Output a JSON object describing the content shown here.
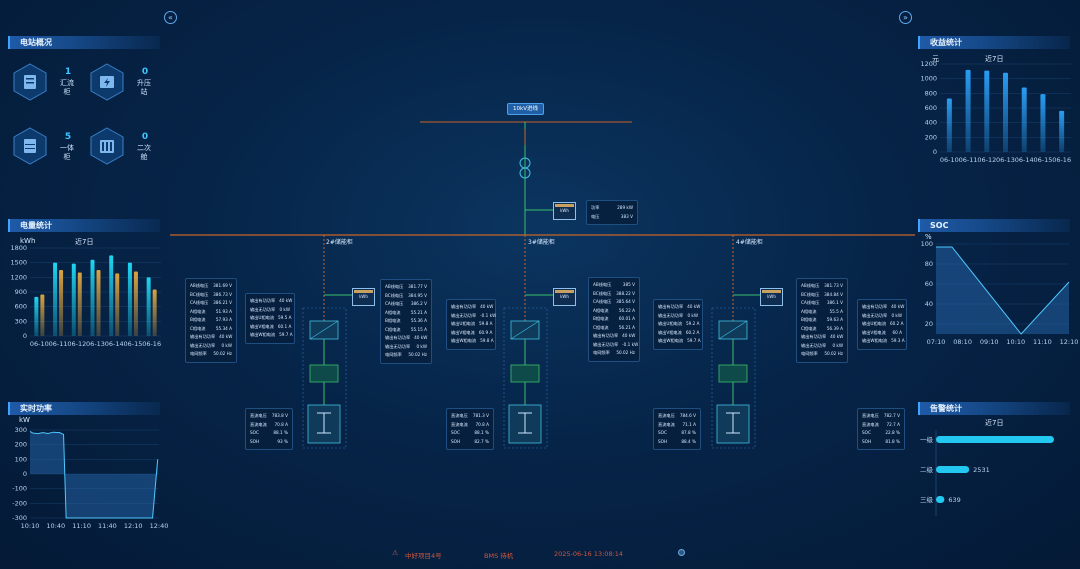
{
  "left": {
    "overview": {
      "title": "电站概况",
      "items": [
        {
          "value": "1",
          "label": "汇流柜"
        },
        {
          "value": "0",
          "label": "升压站"
        },
        {
          "value": "5",
          "label": "一体柜"
        },
        {
          "value": "0",
          "label": "二次舱"
        }
      ]
    },
    "energy": {
      "title": "电量统计",
      "subtitle": "近7日",
      "unit": "kWh",
      "chart_data": {
        "type": "bar",
        "categories": [
          "06-10",
          "06-11",
          "06-12",
          "06-13",
          "06-14",
          "06-15",
          "06-16"
        ],
        "series": [
          {
            "values": [
              800,
              1500,
              1480,
              1560,
              1650,
              1500,
              1200
            ],
            "color": "#1fd6f2"
          },
          {
            "values": [
              850,
              1350,
              1300,
              1350,
              1280,
              1320,
              950
            ],
            "color": "#d9a441"
          }
        ],
        "yticks": [
          0,
          300,
          600,
          900,
          1200,
          1500,
          1800
        ],
        "ylim": [
          0,
          1800
        ]
      }
    },
    "power": {
      "title": "实时功率",
      "unit": "kW",
      "chart_data": {
        "type": "area",
        "x": [
          "10:10",
          "10:40",
          "11:10",
          "11:40",
          "12:10",
          "12:40"
        ],
        "yticks": [
          -300,
          -200,
          -100,
          0,
          100,
          200,
          300
        ],
        "ylim": [
          -300,
          300
        ],
        "points": [
          [
            0,
            290
          ],
          [
            0.02,
            280
          ],
          [
            0.06,
            275
          ],
          [
            0.1,
            282
          ],
          [
            0.14,
            276
          ],
          [
            0.18,
            285
          ],
          [
            0.23,
            282
          ],
          [
            0.26,
            270
          ],
          [
            0.28,
            -300
          ],
          [
            0.95,
            -300
          ],
          [
            0.99,
            100
          ]
        ]
      }
    }
  },
  "right": {
    "revenue": {
      "title": "收益统计",
      "subtitle": "近7日",
      "unit": "元",
      "chart_data": {
        "type": "bar",
        "categories": [
          "06-10",
          "06-11",
          "06-12",
          "06-13",
          "06-14",
          "06-15",
          "06-16"
        ],
        "values": [
          730,
          1120,
          1110,
          1080,
          880,
          790,
          560
        ],
        "yticks": [
          0,
          200,
          400,
          600,
          800,
          1000,
          1200
        ],
        "ylim": [
          0,
          1200
        ]
      }
    },
    "soc": {
      "title": "SOC",
      "unit": "%",
      "chart_data": {
        "type": "area",
        "x": [
          "07:10",
          "08:10",
          "09:10",
          "10:10",
          "11:10",
          "12:10"
        ],
        "yticks": [
          20,
          40,
          60,
          80,
          100
        ],
        "ylim": [
          10,
          100
        ],
        "points": [
          [
            0,
            97
          ],
          [
            0.12,
            97
          ],
          [
            0.64,
            10
          ],
          [
            1.0,
            62
          ]
        ]
      }
    },
    "alarm": {
      "title": "告警统计",
      "subtitle": "近7日",
      "chart_data": {
        "type": "bar",
        "categories": [
          "一级",
          "二级",
          "三级"
        ],
        "values": [
          9000,
          2531,
          639
        ],
        "labels": [
          "",
          "2531",
          "639"
        ]
      }
    }
  },
  "diagram": {
    "grid_label": "10kV进线",
    "meter_unit": "kWh",
    "main_meter": [
      {
        "k": "功率",
        "v": "289 kW"
      },
      {
        "k": "电压",
        "v": "383 V"
      }
    ],
    "cabinets": [
      {
        "name": "2#储能柜"
      },
      {
        "name": "3#储能柜"
      },
      {
        "name": "4#储能柜"
      }
    ],
    "left_grid_box": [
      {
        "k": "AB线电压",
        "v": "381.69 V"
      },
      {
        "k": "BC线电压",
        "v": "386.73 V"
      },
      {
        "k": "CA线电压",
        "v": "386.21 V"
      },
      {
        "k": "A相电流",
        "v": "51.93 A"
      },
      {
        "k": "B相电流",
        "v": "57.93 A"
      },
      {
        "k": "C相电流",
        "v": "55.34 A"
      },
      {
        "k": "输出有功功率",
        "v": "40 kW"
      },
      {
        "k": "输出无功功率",
        "v": "0 kW"
      },
      {
        "k": "电网频率",
        "v": "50.02 Hz"
      }
    ],
    "pcs_box_a": [
      {
        "k": "输出有功功率",
        "v": "40 kW"
      },
      {
        "k": "输出无功功率",
        "v": "0 kW"
      },
      {
        "k": "输出U相电流",
        "v": "59.5 A"
      },
      {
        "k": "输出V相电流",
        "v": "60.1 A"
      },
      {
        "k": "输出W相电流",
        "v": "59.7 A"
      }
    ],
    "grid_box_b": [
      {
        "k": "AB线电压",
        "v": "381.77 V"
      },
      {
        "k": "BC线电压",
        "v": "384.95 V"
      },
      {
        "k": "CA线电压",
        "v": "386.2 V"
      },
      {
        "k": "A相电流",
        "v": "55.21 A"
      },
      {
        "k": "B相电流",
        "v": "55.36 A"
      },
      {
        "k": "C相电流",
        "v": "55.15 A"
      },
      {
        "k": "输出有功功率",
        "v": "40 kW"
      },
      {
        "k": "输出无功功率",
        "v": "0 kW"
      },
      {
        "k": "电网频率",
        "v": "50.02 Hz"
      }
    ],
    "pcs_box_b": [
      {
        "k": "输出有功功率",
        "v": "40 kW"
      },
      {
        "k": "输出无功功率",
        "v": "-0.1 kW"
      },
      {
        "k": "输出U相电流",
        "v": "59.8 A"
      },
      {
        "k": "输出V相电流",
        "v": "60.9 A"
      },
      {
        "k": "输出W相电流",
        "v": "59.8 A"
      }
    ],
    "grid_box_c": [
      {
        "k": "AB线电压",
        "v": "385 V"
      },
      {
        "k": "BC线电压",
        "v": "388.22 V"
      },
      {
        "k": "CA线电压",
        "v": "385.64 V"
      },
      {
        "k": "A相电流",
        "v": "56.22 A"
      },
      {
        "k": "B相电流",
        "v": "60.01 A"
      },
      {
        "k": "C相电流",
        "v": "56.21 A"
      },
      {
        "k": "输出有功功率",
        "v": "40 kW"
      },
      {
        "k": "输出无功功率",
        "v": "-0.1 kW"
      },
      {
        "k": "电网频率",
        "v": "50.02 Hz"
      }
    ],
    "pcs_box_c": [
      {
        "k": "输出有功功率",
        "v": "40 kW"
      },
      {
        "k": "输出无功功率",
        "v": "0 kW"
      },
      {
        "k": "输出U相电流",
        "v": "59.2 A"
      },
      {
        "k": "输出V相电流",
        "v": "60.2 A"
      },
      {
        "k": "输出W相电流",
        "v": "59.7 A"
      }
    ],
    "grid_box_d": [
      {
        "k": "AB线电压",
        "v": "381.73 V"
      },
      {
        "k": "BC线电压",
        "v": "384.84 V"
      },
      {
        "k": "CA线电压",
        "v": "386.1 V"
      },
      {
        "k": "A相电流",
        "v": "55.5 A"
      },
      {
        "k": "B相电流",
        "v": "59.63 A"
      },
      {
        "k": "C相电流",
        "v": "56.39 A"
      },
      {
        "k": "输出有功功率",
        "v": "40 kW"
      },
      {
        "k": "输出无功功率",
        "v": "0 kW"
      },
      {
        "k": "电网频率",
        "v": "50.02 Hz"
      }
    ],
    "pcs_box_d": [
      {
        "k": "输出有功功率",
        "v": "40 kW"
      },
      {
        "k": "输出无功功率",
        "v": "0 kW"
      },
      {
        "k": "输出U相电流",
        "v": "60.2 A"
      },
      {
        "k": "输出V相电流",
        "v": "60 A"
      },
      {
        "k": "输出W相电流",
        "v": "59.3 A"
      }
    ],
    "battery_a": [
      {
        "k": "直流电压",
        "v": "783.8 V"
      },
      {
        "k": "直流电流",
        "v": "70.8 A"
      },
      {
        "k": "SOC",
        "v": "88.1 %"
      },
      {
        "k": "SOH",
        "v": "93 %"
      }
    ],
    "battery_b": [
      {
        "k": "直流电压",
        "v": "781.3 V"
      },
      {
        "k": "直流电流",
        "v": "70.8 A"
      },
      {
        "k": "SOC",
        "v": "88.1 %"
      },
      {
        "k": "SOH",
        "v": "82.7 %"
      }
    ],
    "battery_c": [
      {
        "k": "直流电压",
        "v": "784.6 V"
      },
      {
        "k": "直流电流",
        "v": "71.1 A"
      },
      {
        "k": "SOC",
        "v": "87.8 %"
      },
      {
        "k": "SOH",
        "v": "88.4 %"
      }
    ],
    "battery_d": [
      {
        "k": "直流电压",
        "v": "782.7 V"
      },
      {
        "k": "直流电流",
        "v": "72.7 A"
      },
      {
        "k": "SOC",
        "v": "22.8 %"
      },
      {
        "k": "SOH",
        "v": "81.8 %"
      }
    ]
  },
  "footer": {
    "alarm": "中好项目4号",
    "status": "BMS 待机",
    "time": "2025-06-16 13:08:14"
  },
  "colors": {
    "accent": "#3fa4ff",
    "line": "#c86428",
    "green": "#3bbf6a"
  }
}
